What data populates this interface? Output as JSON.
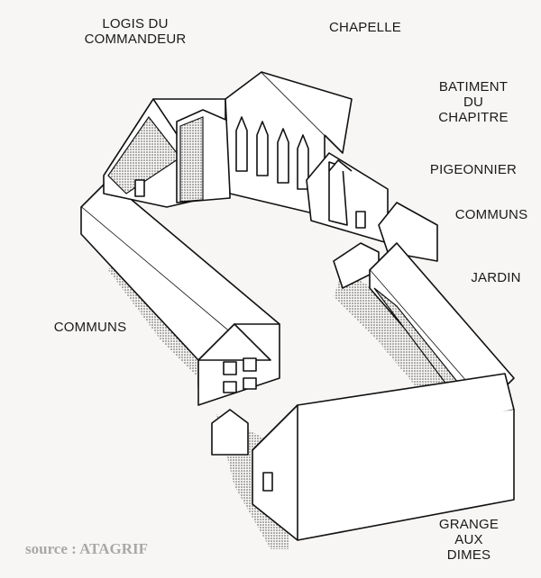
{
  "diagram": {
    "type": "axonometric site plan",
    "labels": {
      "logis": [
        "LOGIS DU",
        "COMMANDEUR"
      ],
      "chapelle": "CHAPELLE",
      "batiment": [
        "BATIMENT",
        "DU",
        "CHAPITRE"
      ],
      "pigeonnier": "PIGEONNIER",
      "communs_right": "COMMUNS",
      "jardin": "JARDIN",
      "communs_left": "COMMUNS",
      "grange": [
        "GRANGE",
        "AUX",
        "DIMES"
      ]
    },
    "source": "source : ATAGRIF"
  }
}
